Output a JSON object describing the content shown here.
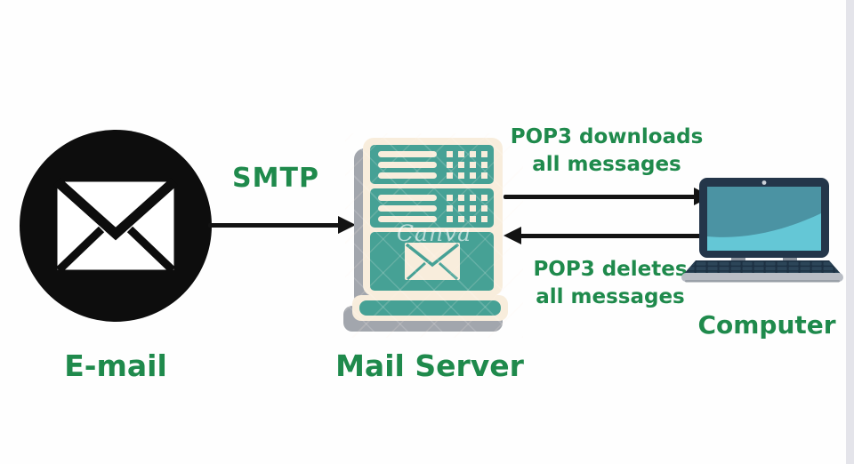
{
  "colors": {
    "label_green": "#1f8a4c",
    "arrow_black": "#131313",
    "server_teal": "#46a195",
    "server_cream": "#f8eddc",
    "server_shadow_gray": "#a2a6ad",
    "laptop_navy": "#24364a",
    "laptop_screen_teal": "#4b93a3",
    "laptop_screen_light_teal": "#64c7d6",
    "laptop_base_gray": "#b9bdc5",
    "page_edge_gray": "#e4e4ea",
    "email_icon_black": "#0d0d0d"
  },
  "nodes": {
    "email": {
      "label": "E-mail",
      "icon": "envelope-icon"
    },
    "mail_server": {
      "label": "Mail Server",
      "icon": "mail-server-icon"
    },
    "computer": {
      "label": "Computer",
      "icon": "laptop-icon"
    }
  },
  "edges": {
    "smtp": {
      "label": "SMTP",
      "from": "email",
      "to": "mail_server",
      "direction": "right"
    },
    "pop3_download": {
      "line1": "POP3 downloads",
      "line2": "all messages",
      "from": "mail_server",
      "to": "computer",
      "direction": "right"
    },
    "pop3_delete": {
      "line1": "POP3 deletes",
      "line2": "all messages",
      "from": "computer",
      "to": "mail_server",
      "direction": "left"
    }
  },
  "watermark": {
    "text": "Canva"
  }
}
